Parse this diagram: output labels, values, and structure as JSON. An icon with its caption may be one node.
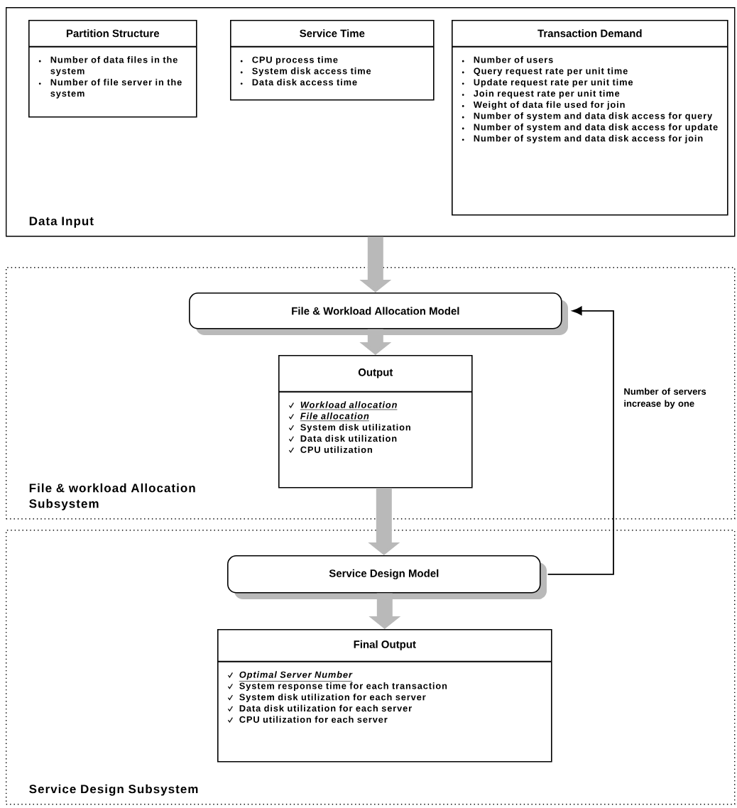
{
  "diagram": {
    "nodes": [
      {
        "text": [
          "Data Input"
        ]
      },
      {
        "text": [
          "Partition Structure",
          "Number of data files in the system",
          "Number of file server in the system"
        ],
        "in": 0
      },
      {
        "text": [
          "Service Time",
          "CPU process time",
          "System disk access time",
          "Data disk access time"
        ],
        "in": 0
      },
      {
        "text": [
          "Transaction Demand",
          "Number of users",
          "Query request rate per unit time",
          "Update request rate per unit time",
          "Join request rate per unit time",
          "Weight of data file used for join",
          "Number of system and data disk access for query",
          "Number of system and data disk access for update",
          "Number of system and data disk access for join"
        ],
        "in": 0
      },
      {
        "text": [
          "File & workload Allocation Subsystem"
        ]
      },
      {
        "text": [
          "File & Workload Allocation Model"
        ],
        "in": 4
      },
      {
        "text": [
          "Output",
          "Workload allocation",
          "File allocation",
          "System disk utilization",
          "Data disk utilization",
          "CPU utilization"
        ],
        "in": 4
      },
      {
        "text": [
          "Service Design Subsystem"
        ]
      },
      {
        "text": [
          "Service Design Model"
        ],
        "in": 7
      },
      {
        "text": [
          "Final Output",
          "Optimal Server Number",
          "System response time for each transaction",
          "System disk utilization for each server",
          "Data disk utilization for each server",
          "CPU utilization for each server"
        ],
        "in": 7
      }
    ],
    "edges": [
      {
        "from": 0,
        "to": 5,
        "arrow": "to"
      },
      {
        "from": 5,
        "to": 6,
        "arrow": "to"
      },
      {
        "from": 6,
        "to": 8,
        "arrow": "to"
      },
      {
        "from": 8,
        "to": 9,
        "arrow": "to"
      },
      {
        "from": 8,
        "to": 5,
        "arrow": "to",
        "label": "Number of servers increase by one",
        "color": "#000000"
      }
    ]
  }
}
